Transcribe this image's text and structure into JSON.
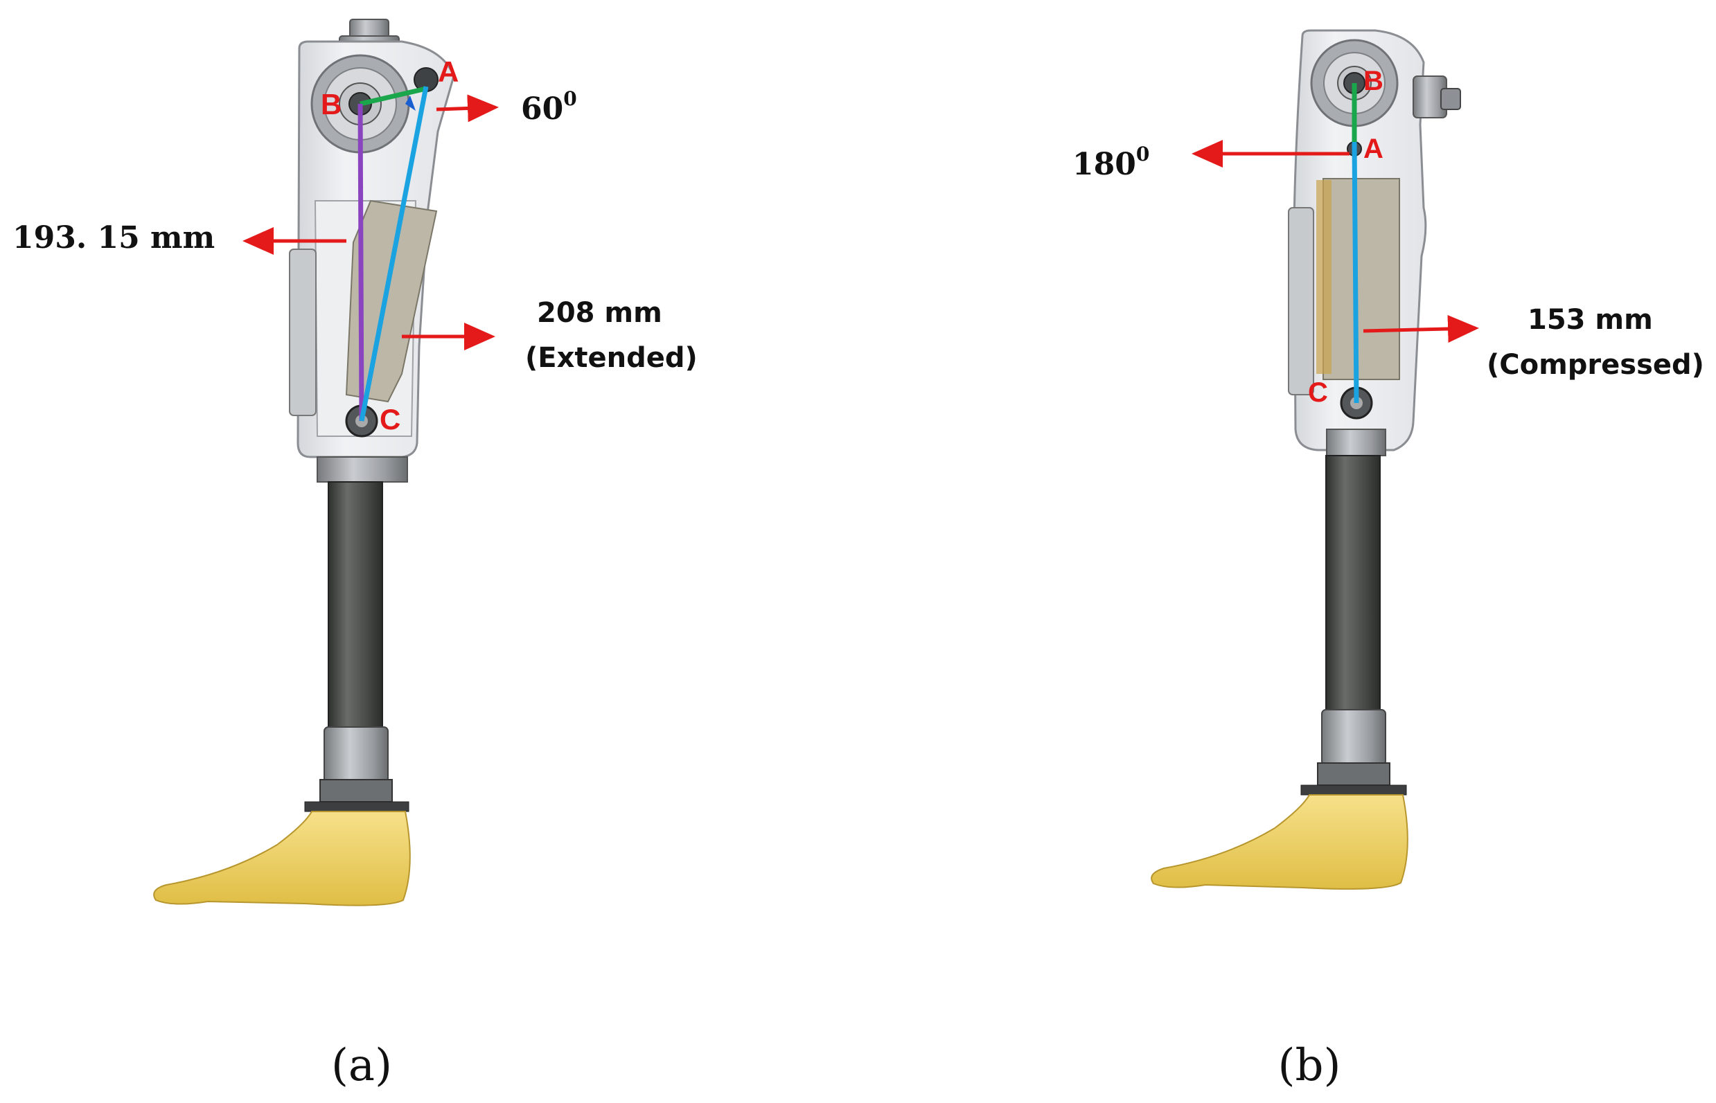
{
  "panels": [
    {
      "caption": "(a)",
      "points": {
        "a": "A",
        "b": "B",
        "c": "C"
      },
      "angle": {
        "value": "60",
        "sup": "0"
      },
      "link_length": "193. 15 mm",
      "actuator": {
        "length": "208 mm",
        "state": "(Extended)"
      }
    },
    {
      "caption": "(b)",
      "points": {
        "a": "A",
        "b": "B",
        "c": "C"
      },
      "angle": {
        "value": "180",
        "sup": "0"
      },
      "actuator": {
        "length": "153 mm",
        "state": "(Compressed)"
      }
    }
  ],
  "colors": {
    "arrow": "#e41a1a",
    "link_ab": "#1aa64a",
    "link_bc": "#8a44c0",
    "link_ac": "#1aa3e0",
    "foot": "#f0d46a",
    "shell": "#e9ebee",
    "pylon": "#4c4e4c"
  }
}
